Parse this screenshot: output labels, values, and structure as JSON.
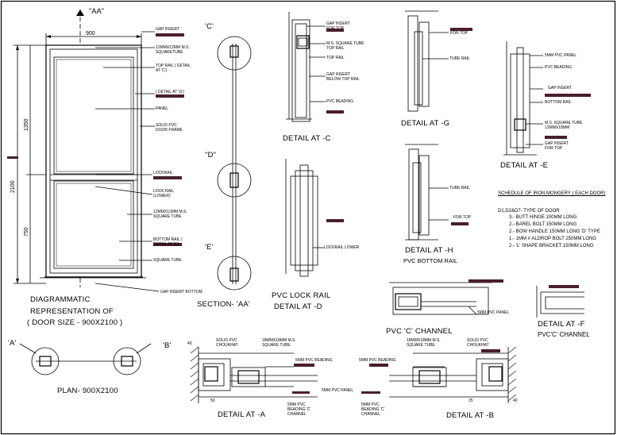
{
  "door": {
    "section_mark": "\"AA\"",
    "width_dim": "900",
    "height_dim": "2100",
    "upper_dim": "1350",
    "lower_dim": "750",
    "labels": [
      "GAP INSERT",
      "12MMX12MM M.S. SQUARETUBE",
      "TOP RAIL ( DETAIL AT 'C')",
      "( DETAIL AT 'G')",
      "PANEL",
      "SOLID PVC DOOR FRAME",
      "LOCKRAIL",
      "LOCK RAIL (LOWER)",
      "12MMX12MM M.S. SQUARE TUBE",
      "BOTTOM RAIL ( DETAIL AT 'E')",
      "SQUARE TUBE",
      "GAP INSERT BOTTOM"
    ],
    "caption": [
      "DIAGRAMMATIC",
      "REPRESENTATION OF",
      "( DOOR SIZE - 900X2100 )"
    ]
  },
  "section": {
    "title": "SECTION- 'AA'",
    "marks": [
      "'C'",
      "\"D\"",
      "'E'"
    ]
  },
  "detail_c": {
    "title": "DETAIL AT -C",
    "labels": [
      "GAP INSERT FOR TOP",
      "M.S. SQUARE TUBE TOP RAIL",
      "TOP RAIL",
      "GAP INSERT BELOW TOP RAIL",
      "PVC BEADING"
    ]
  },
  "detail_d": {
    "title": [
      "PVC LOCK RAIL",
      "DETAIL AT -D"
    ],
    "labels": [
      "LOCKRAIL LOWER"
    ]
  },
  "detail_g": {
    "title": "DETAIL AT -G",
    "labels": [
      "FOR TOP",
      "TUBE RAIL"
    ]
  },
  "detail_h": {
    "title": "DETAIL AT -H",
    "subtitle": "PVC BOTTOM RAIL",
    "labels": [
      "TUBE RAIL",
      "FOR TOP"
    ]
  },
  "detail_e": {
    "title": "DETAIL AT -E",
    "labels": [
      "5MM PVC PANEL",
      "PVC BEADING",
      "GAP INSERT",
      "BOTTOM RAIL",
      "M.S. SQUARE TUBE 12MMX18MM",
      "GAP INSERT FOR TOP"
    ]
  },
  "schedule": {
    "title": "SCHEDULE OF IRON MONGERY ( EACH DOOR)",
    "type": "D1,D2&D7-  TYPE OF DOOR",
    "items": [
      "3.-  BUTT HINGE 100MM LONG.",
      "2.-  BAREL BOLT 150MM LONG",
      "2.-  BOW HANDLE 150MM LONG 'D' TYPE",
      "1.-  1MM # ALDROP BOLT 250MM LONG",
      "2.-  'L' SHAPE BRACKET 150MM LONG"
    ]
  },
  "pvc_c_channel": {
    "title": "PVC 'C' CHANNEL",
    "labels": [
      "5MM PVC PANEL"
    ]
  },
  "detail_f": {
    "title": "DETAIL AT -F",
    "subtitle": "PVC'C' CHANNEL"
  },
  "plan": {
    "title": "PLAN- 900X2100",
    "marks": [
      "'A'",
      "'B'"
    ]
  },
  "detail_a": {
    "title": "DETAIL AT -A",
    "labels": [
      "SOLID PVC CHOUKHAT",
      "18MMX18MM M.S. SQUARE TUBE",
      "5MM PVC BEADING",
      "5MM PVC PANEL",
      "5MM PVC BEADING 'C' CHANNEL"
    ],
    "dims": [
      "50",
      "40"
    ]
  },
  "detail_b": {
    "title": "DETAIL AT -B",
    "labels": [
      "18MMX18MM M.S. SQUARE TUBE",
      "SOLID PVC CHOUKHAT",
      "5MM PVC BEADING",
      "5MM PVC BEADING 'C' CHANNEL"
    ],
    "dims": [
      "25",
      "40"
    ]
  }
}
